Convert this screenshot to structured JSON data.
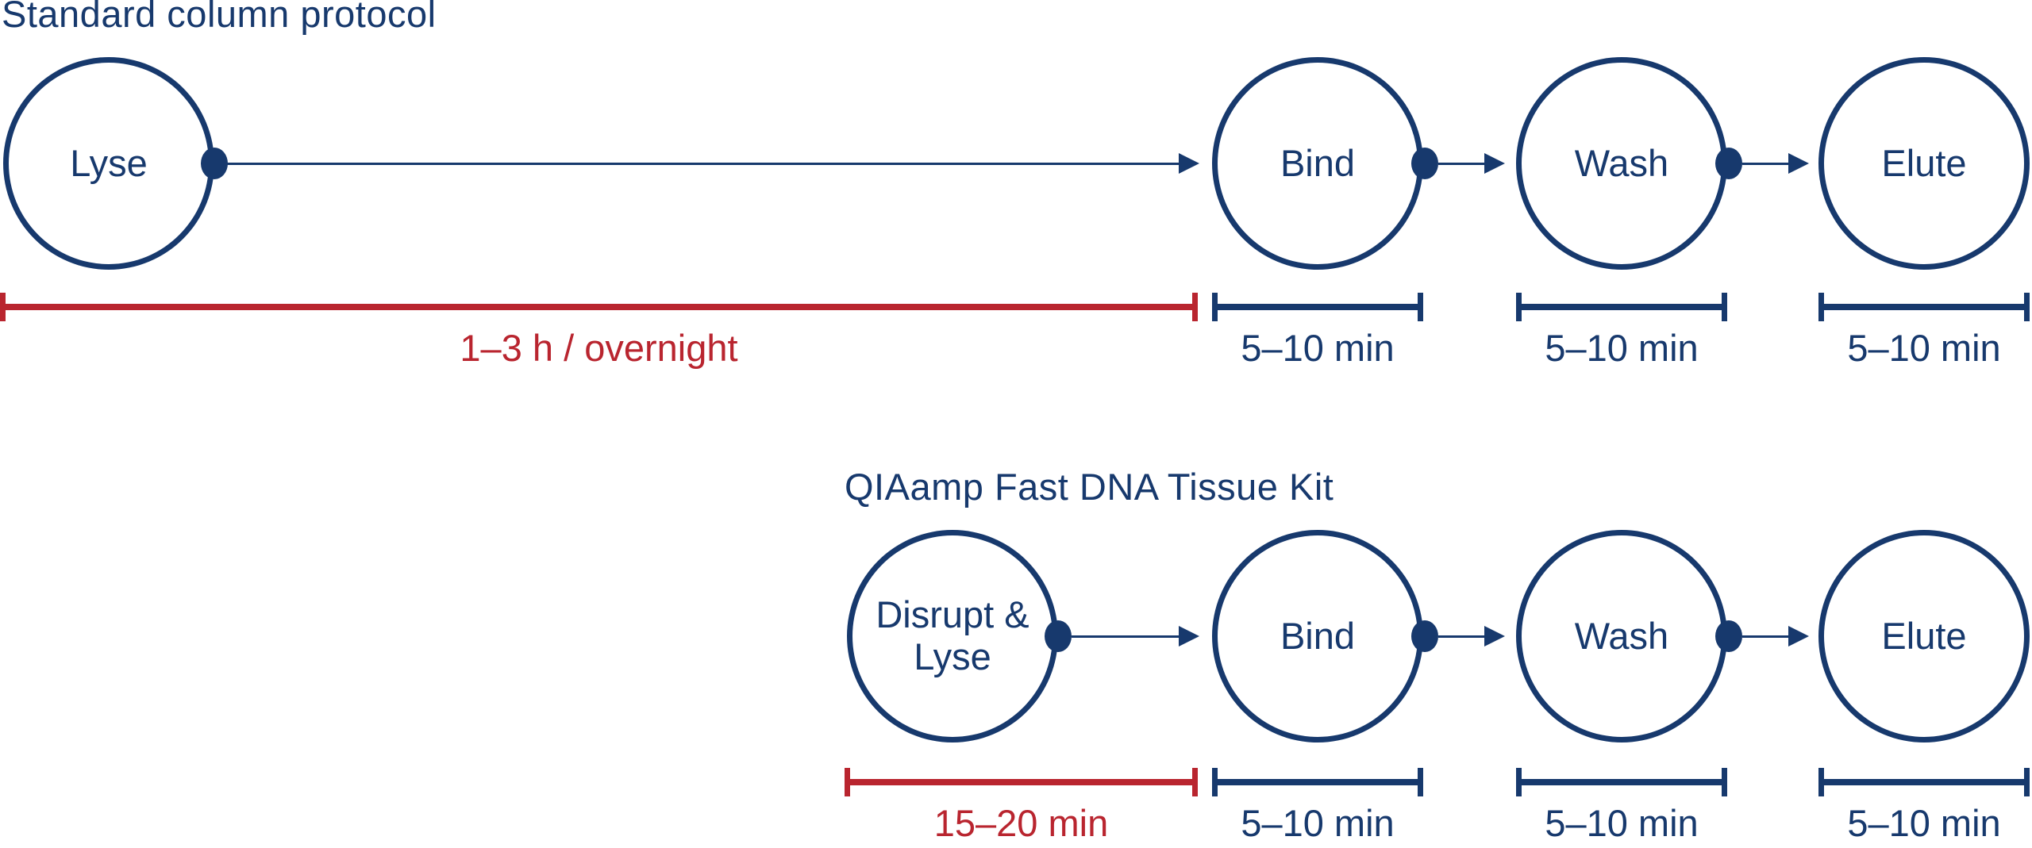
{
  "colors": {
    "navy": "#17396D",
    "red": "#B9252F"
  },
  "rows": [
    {
      "title": "Standard column protocol",
      "steps": [
        {
          "label": "Lyse"
        },
        {
          "label": "Bind"
        },
        {
          "label": "Wash"
        },
        {
          "label": "Elute"
        }
      ],
      "durations": [
        {
          "label": "1–3 h / overnight"
        },
        {
          "label": "5–10 min"
        },
        {
          "label": "5–10 min"
        },
        {
          "label": "5–10 min"
        }
      ]
    },
    {
      "title": "QIAamp Fast DNA Tissue Kit",
      "steps": [
        {
          "label": "Disrupt & Lyse"
        },
        {
          "label": "Bind"
        },
        {
          "label": "Wash"
        },
        {
          "label": "Elute"
        }
      ],
      "durations": [
        {
          "label": "15–20 min"
        },
        {
          "label": "5–10 min"
        },
        {
          "label": "5–10 min"
        },
        {
          "label": "5–10 min"
        }
      ]
    }
  ]
}
